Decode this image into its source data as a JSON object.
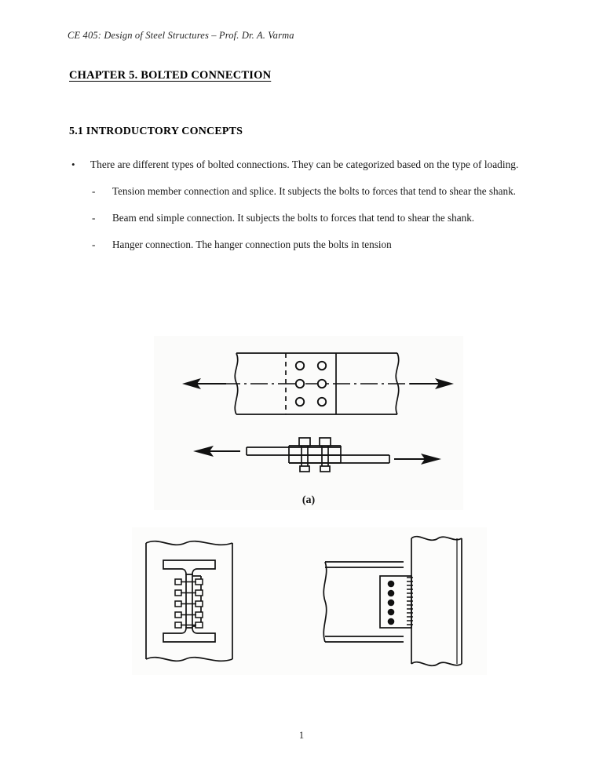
{
  "document": {
    "running_head": "CE 405: Design of Steel Structures – Prof. Dr. A. Varma",
    "chapter_heading": "CHAPTER 5. BOLTED CONNECTION",
    "section_heading": "5.1 INTRODUCTORY CONCEPTS",
    "page_number": "1"
  },
  "content": {
    "bullet_marker": "•",
    "dash_marker": "-",
    "bullets": [
      {
        "text": "There are different types of bolted connections. They can be categorized based on the type of loading."
      }
    ],
    "sub_items": [
      {
        "text": "Tension member connection and splice. It subjects the bolts to forces that tend to shear the shank."
      },
      {
        "text": "Beam end simple connection. It subjects the bolts to forces that tend to shear the shank."
      },
      {
        "text": "Hanger connection. The hanger connection puts the bolts in tension"
      }
    ]
  },
  "figures": {
    "figure_a": {
      "caption": "(a)",
      "description": "Tension member connection and splice - plan view with six bolt holes and side elevation with two bolts",
      "bolt_hole_rows": 3,
      "bolt_hole_columns": 2,
      "side_view_bolts": 2
    },
    "figure_b_left": {
      "description": "Beam end simple connection - section through beam web with bolted connection angle",
      "web_bolts": 5
    },
    "figure_b_right": {
      "description": "Beam to column connection elevation with welded shear plate and bolts",
      "plate_bolts": 5
    }
  },
  "colors": {
    "ink": "#1a1a1a",
    "line": "#111111",
    "figure_background": "#fbfbfa",
    "page_background": "#ffffff"
  }
}
